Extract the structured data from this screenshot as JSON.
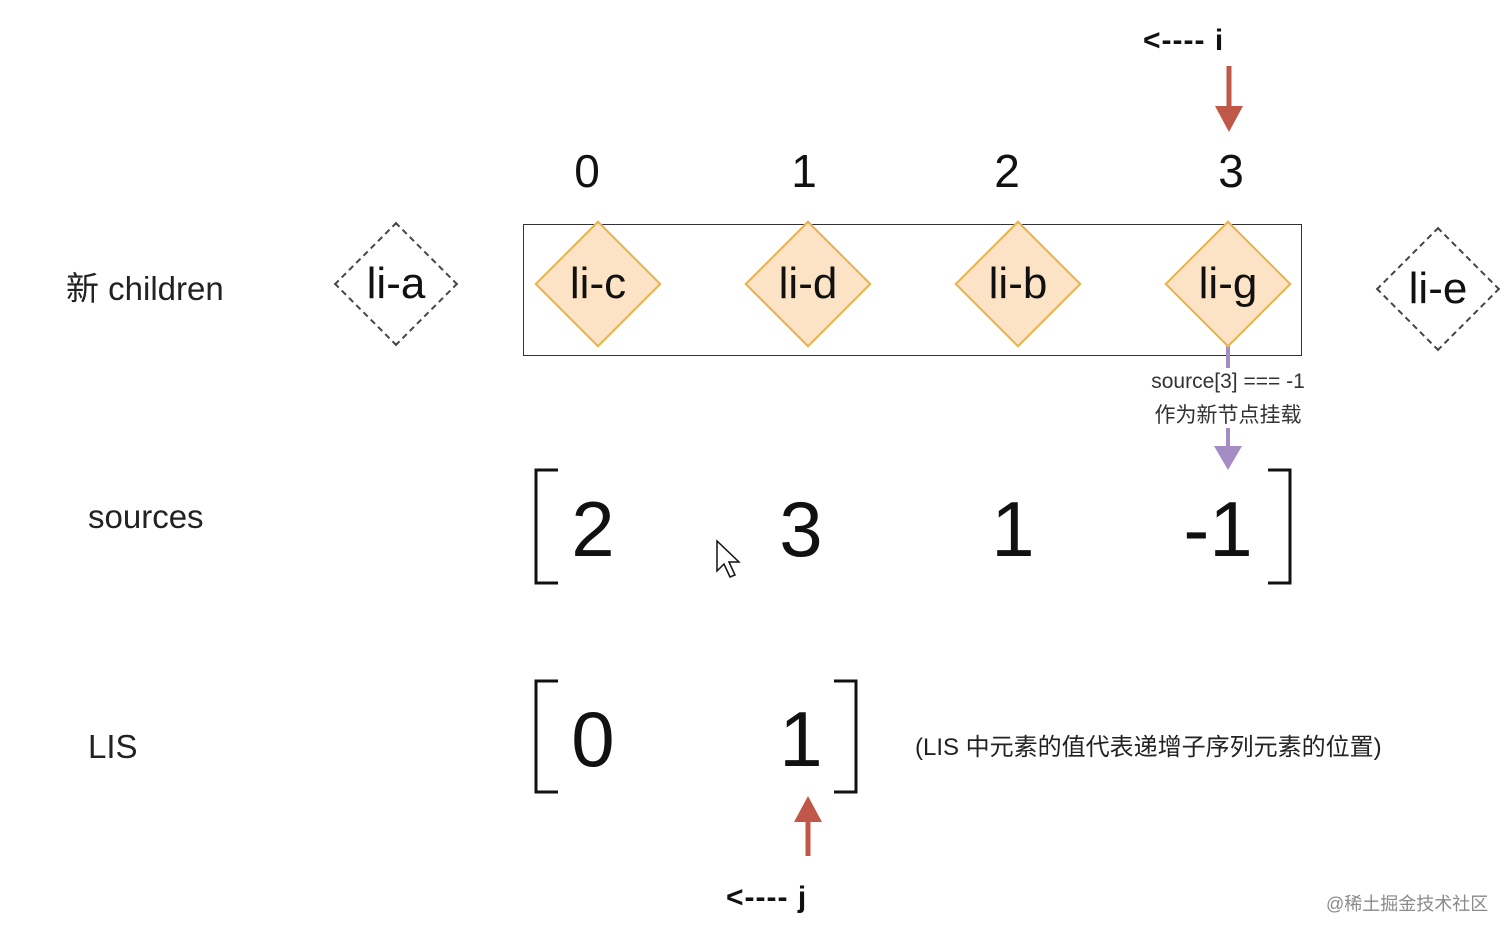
{
  "rows": {
    "new_children": "新 children",
    "sources": "sources",
    "lis": "LIS"
  },
  "indices": [
    "0",
    "1",
    "2",
    "3"
  ],
  "nodes": {
    "outside_left": "li-a",
    "inside": [
      "li-c",
      "li-d",
      "li-b",
      "li-g"
    ],
    "outside_right": "li-e"
  },
  "pointers": {
    "i": "<---- i",
    "j": "<---- j"
  },
  "annotation": {
    "line1": "source[3] === -1",
    "line2": "作为新节点挂载"
  },
  "sources_values": [
    "2",
    "3",
    "1",
    "-1"
  ],
  "lis_values": [
    "0",
    "1"
  ],
  "lis_note": "(LIS 中元素的值代表递增子序列元素的位置)",
  "watermark": "@稀土掘金技术社区",
  "colors": {
    "node_fill": "#fde3c5",
    "node_border": "#e8b24e",
    "red_arrow": "#c0584a",
    "purple_arrow": "#a58cc4"
  }
}
